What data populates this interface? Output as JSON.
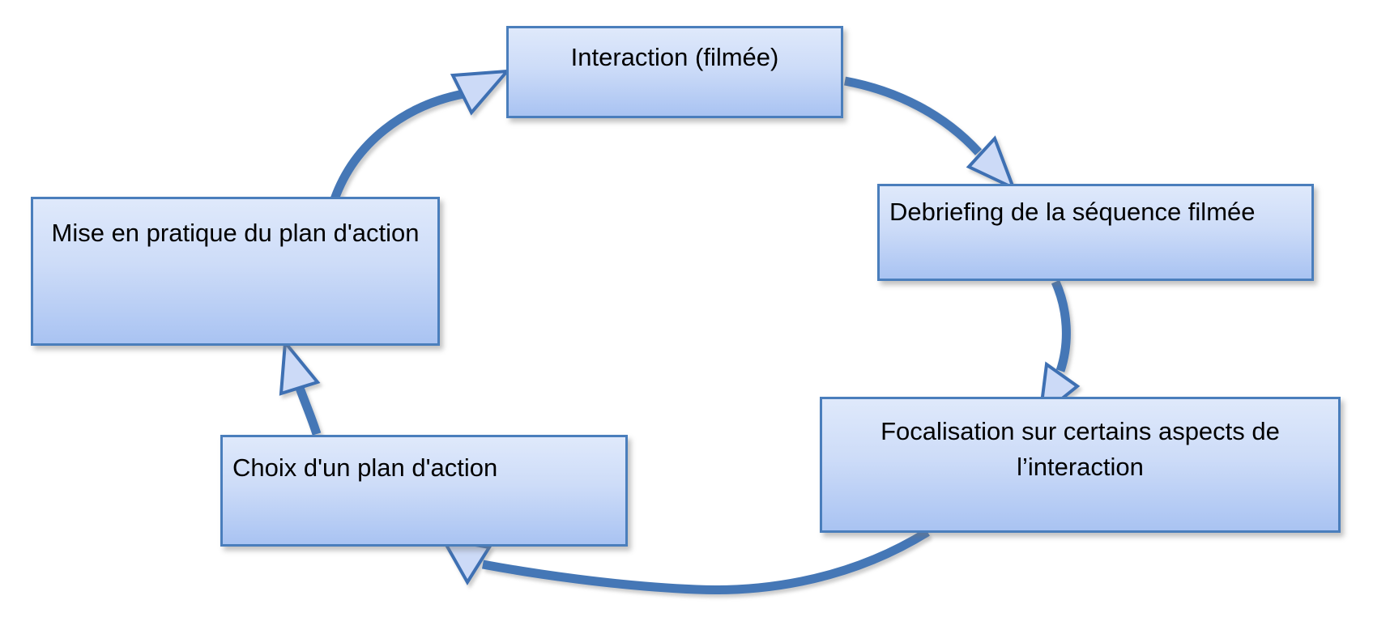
{
  "diagram": {
    "type": "cycle",
    "title": "",
    "nodes": [
      {
        "id": "interaction",
        "label": "Interaction (filmée)"
      },
      {
        "id": "debriefing",
        "label": "Debriefing de la séquence filmée"
      },
      {
        "id": "focalisation",
        "label": "Focalisation sur certains aspects de l’interaction"
      },
      {
        "id": "choix",
        "label": "Choix d'un plan d'action"
      },
      {
        "id": "mise",
        "label": "Mise en pratique du plan d'action"
      }
    ],
    "edges": [
      {
        "from": "interaction",
        "to": "debriefing"
      },
      {
        "from": "debriefing",
        "to": "focalisation"
      },
      {
        "from": "focalisation",
        "to": "choix"
      },
      {
        "from": "choix",
        "to": "mise"
      },
      {
        "from": "mise",
        "to": "interaction"
      }
    ],
    "colors": {
      "background": "#ffffff",
      "box_border": "#4a7ebc",
      "box_fill_top": "#dfe9fb",
      "box_fill_bottom": "#a9c3f2",
      "arrow_line": "#4577b6",
      "arrowhead_fill": "#ccdaf7",
      "arrowhead_stroke": "#3e70b3",
      "text": "#000000"
    }
  }
}
